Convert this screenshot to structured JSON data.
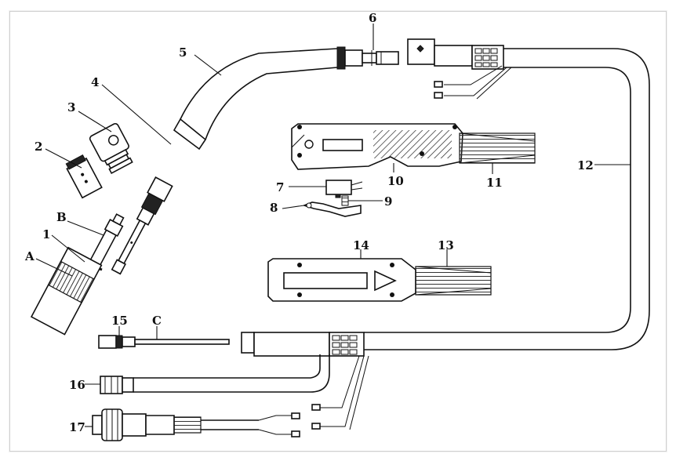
{
  "labels": {
    "A": "A",
    "B": "B",
    "C": "C",
    "p1": "1",
    "p2": "2",
    "p3": "3",
    "p4": "4",
    "p5": "5",
    "p6": "6",
    "p7": "7",
    "p8": "8",
    "p9": "9",
    "p10": "10",
    "p11": "11",
    "p12": "12",
    "p13": "13",
    "p14": "14",
    "p15": "15",
    "p16": "16",
    "p17": "17"
  }
}
